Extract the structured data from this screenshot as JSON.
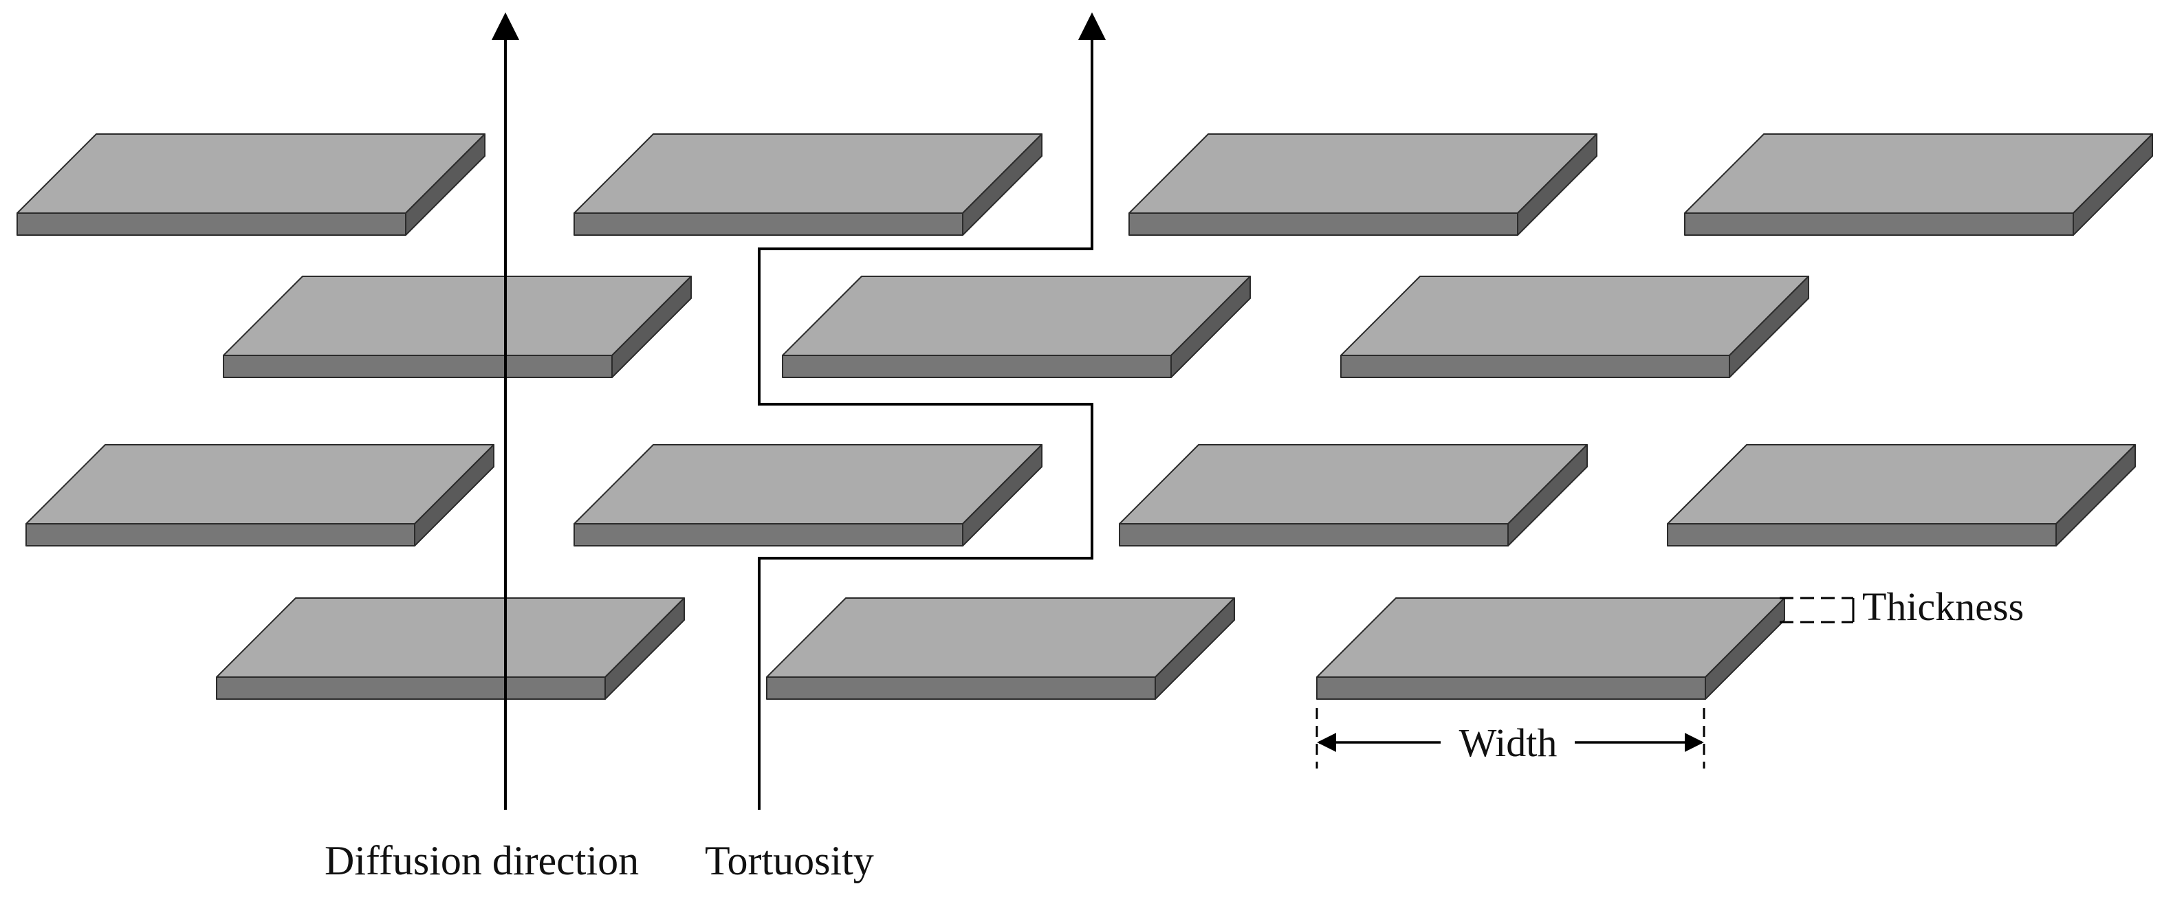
{
  "labels": {
    "diffusion": "Diffusion direction",
    "tortuosity": "Tortuosity",
    "thickness": "Thickness",
    "width": "Width"
  },
  "colors": {
    "top_face": "#acacac",
    "front_face": "#777777",
    "side_face": "#5a5a5a",
    "edge": "#2b2b2b",
    "line": "#000000"
  },
  "diagram": {
    "platelet_count": 14,
    "platelet_rows": [
      4,
      3,
      4,
      3
    ]
  }
}
